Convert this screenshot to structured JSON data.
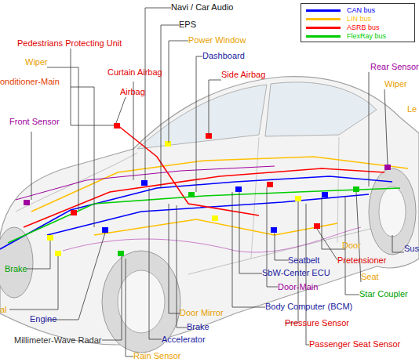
{
  "diagram": {
    "labels": [
      "Navi / Car Audio",
      "EPS",
      "Power Window",
      "Pedestrians Protecting Unit",
      "Dashboard",
      "Wiper",
      "Curtain Airbag",
      "Side Airbag",
      "onditioner-Main",
      "Airbag",
      "Front Sensor",
      "Rear Sensor",
      "Wiper",
      "Le",
      "Door",
      "Sus",
      "Seatbelt",
      "Pretensioner",
      "Brake",
      "SbW-Center ECU",
      "Seat",
      "Door-Main",
      "Star Coupler",
      "Body Computer (BCM)",
      "al",
      "Door Mirror",
      "Engine",
      "Pressure Sensor",
      "Brake",
      "Accelerator",
      "Millimeter-Wave Radar",
      "Passenger Seat Sensor",
      "Rain Sensor"
    ],
    "legend": [
      {
        "text": "CAN bus",
        "color": "#0000ff"
      },
      {
        "text": "LIN bus",
        "color": "#ffc000"
      },
      {
        "text": "ASRB bus",
        "color": "#ff0000"
      },
      {
        "text": "FlexRay bus",
        "color": "#00cc00"
      }
    ]
  }
}
